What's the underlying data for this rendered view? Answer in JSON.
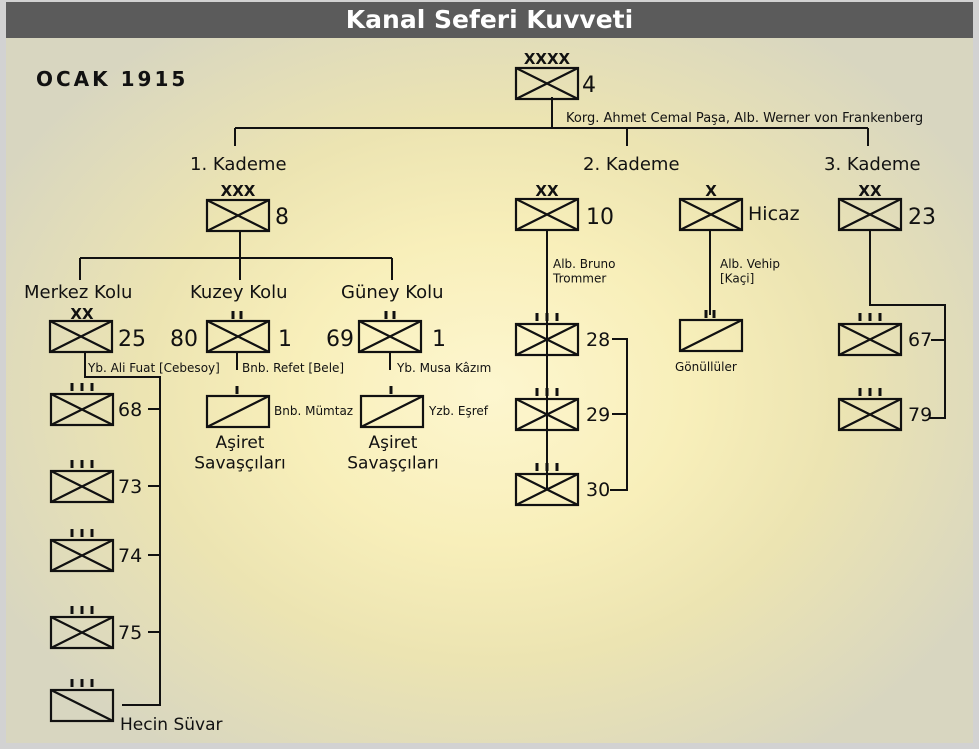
{
  "title": "Kanal Seferi Kuvveti",
  "date": "OCAK 1915",
  "army": {
    "echelon": "XXXX",
    "number": "4",
    "commanders": "Korg. Ahmet Cemal Paşa,  Alb. Werner von Frankenberg"
  },
  "kademe1": {
    "label": "1. Kademe",
    "corps": {
      "echelon": "XXX",
      "number": "8"
    },
    "merkez": {
      "label": "Merkez Kolu",
      "div": {
        "echelon": "XX",
        "number": "25",
        "commander": "Yb. Ali Fuat [Cebesoy]"
      },
      "regiments": [
        "68",
        "73",
        "74",
        "75"
      ],
      "cavalry": "Hecin Süvar"
    },
    "kuzey": {
      "label": "Kuzey Kolu",
      "reg": "80",
      "bat": "1",
      "commander": "Bnb. Refet [Bele]",
      "sub_commander": "Bnb. Mümtaz",
      "sub_label": "Aşiret\nSavaşçıları"
    },
    "guney": {
      "label": "Güney Kolu",
      "reg": "69",
      "bat": "1",
      "commander": "Yb. Musa Kâzım",
      "sub_commander": "Yzb. Eşref",
      "sub_label": "Aşiret\nSavaşçıları"
    }
  },
  "kademe2": {
    "label": "2. Kademe",
    "div10": {
      "echelon": "XX",
      "number": "10",
      "commander": "Alb. Bruno\nTrommer",
      "regiments": [
        "28",
        "29",
        "30"
      ]
    },
    "hicaz": {
      "echelon": "X",
      "label": "Hicaz",
      "commander": "Alb. Vehip\n[Kaçi]",
      "sub_label": "Gönüllüler"
    }
  },
  "kademe3": {
    "label": "3. Kademe",
    "div23": {
      "echelon": "XX",
      "number": "23",
      "regiments": [
        "67",
        "79"
      ]
    }
  }
}
